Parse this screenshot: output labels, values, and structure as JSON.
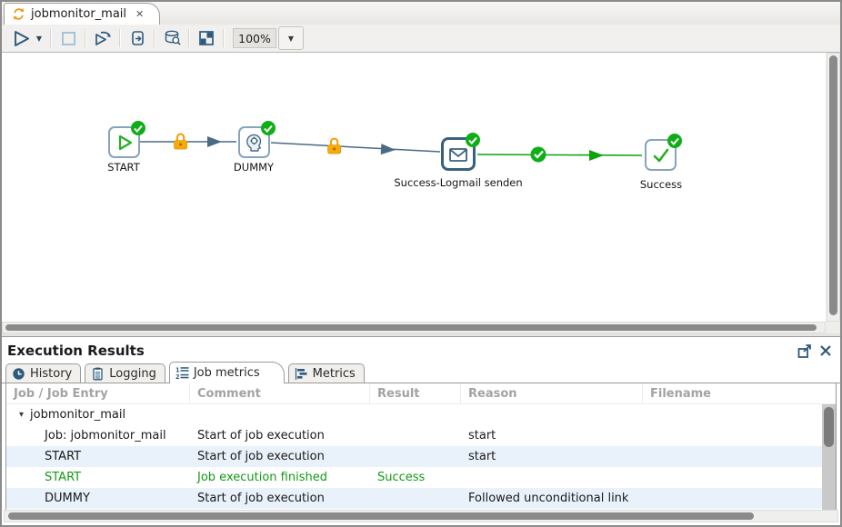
{
  "editor_tab": {
    "title": "jobmonitor_mail"
  },
  "toolbar": {
    "zoom_value": "100%"
  },
  "glyphs": {
    "tab_close": "✕",
    "dropdown_arrow": "▼",
    "expander": "▾"
  },
  "canvas": {
    "nodes": [
      {
        "label": "START"
      },
      {
        "label": "DUMMY"
      },
      {
        "label": "Success-Logmail senden"
      },
      {
        "label": "Success"
      }
    ]
  },
  "results": {
    "title": "Execution Results",
    "tabs": [
      {
        "label": "History"
      },
      {
        "label": "Logging"
      },
      {
        "label": "Job metrics"
      },
      {
        "label": "Metrics"
      }
    ],
    "table": {
      "columns": [
        "Job / Job Entry",
        "Comment",
        "Result",
        "Reason",
        "Filename"
      ],
      "rows": [
        {
          "entry": "jobmonitor_mail",
          "comment": "",
          "result": "",
          "reason": "",
          "filename": ""
        },
        {
          "entry": "Job: jobmonitor_mail",
          "comment": "Start of job execution",
          "result": "",
          "reason": "start",
          "filename": ""
        },
        {
          "entry": "START",
          "comment": "Start of job execution",
          "result": "",
          "reason": "start",
          "filename": ""
        },
        {
          "entry": "START",
          "comment": "Job execution finished",
          "result": "Success",
          "reason": "",
          "filename": ""
        },
        {
          "entry": "DUMMY",
          "comment": "Start of job execution",
          "result": "",
          "reason": "Followed unconditional link",
          "filename": ""
        }
      ]
    }
  },
  "colors": {
    "accent_blue": "#2d5a7d",
    "link_slate": "#4a6a85",
    "success_green": "#149a14",
    "badge_green": "#0fae19",
    "lock_orange": "#f2a007",
    "row_alt": "#e9f2fb",
    "header_gray": "#a3a3a3"
  }
}
